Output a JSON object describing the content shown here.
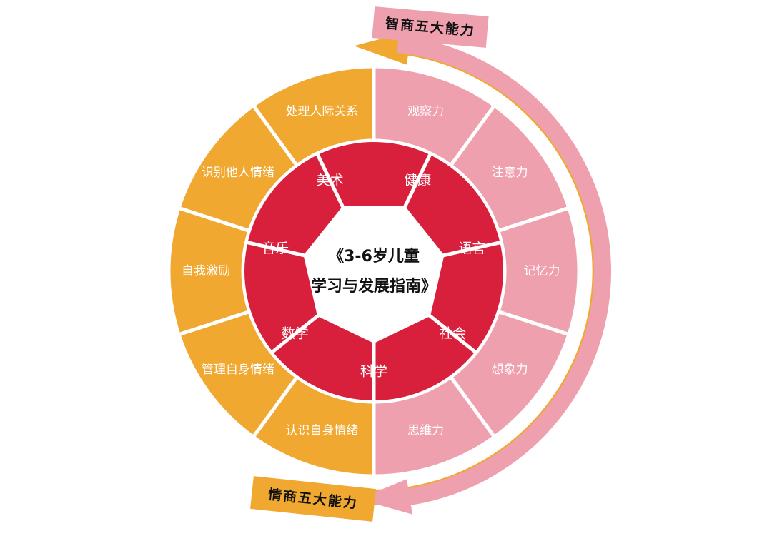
{
  "colors": {
    "eq": "#f0a830",
    "iq": "#efa0ae",
    "core": "#d8203c",
    "divider": "#ffffff",
    "center": "#ffffff"
  },
  "center": {
    "line1": "《3-6岁儿童",
    "line2": "学习与发展指南》"
  },
  "core_domains": [
    "健康",
    "语言",
    "社会",
    "科学",
    "数学",
    "音乐",
    "美术"
  ],
  "iq_abilities": [
    "观察力",
    "注意力",
    "记忆力",
    "想象力",
    "思维力"
  ],
  "eq_abilities": [
    "认识自身情绪",
    "管理自身情绪",
    "自我激励",
    "识别他人情绪",
    "处理人际关系"
  ],
  "bands": {
    "iq_title": "智商五大能力",
    "eq_title": "情商五大能力"
  }
}
